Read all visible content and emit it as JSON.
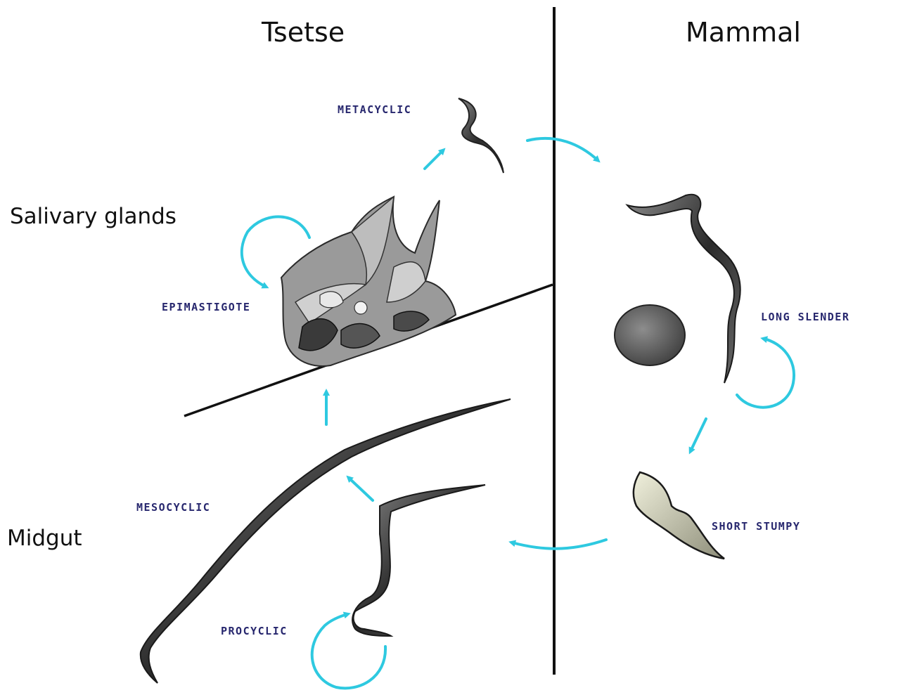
{
  "headings": {
    "left": "Tsetse",
    "right": "Mammal"
  },
  "regions": {
    "salivary": "Salivary glands",
    "midgut": "Midgut"
  },
  "stages": {
    "metacyclic": "METACYCLIC",
    "epimastigote": "EPIMASTIGOTE",
    "mesocyclic": "MESOCYCLIC",
    "procyclic": "PROCYCLIC",
    "long_slender": "LONG SLENDER",
    "short_stumpy": "SHORT STUMPY"
  },
  "colors": {
    "arrow": "#2ec9e0",
    "line": "#111111",
    "label": "#27276e"
  },
  "icons": [
    "trypanosome-cell",
    "red-blood-cell",
    "cycle-arrow",
    "transition-arrow"
  ]
}
